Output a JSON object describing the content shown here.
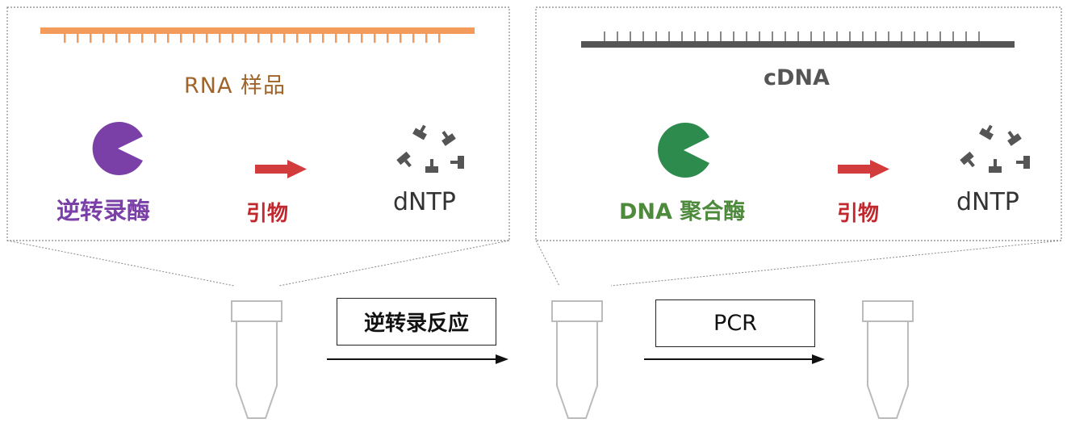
{
  "panel_left": {
    "strand_label": "RNA 样品",
    "enzyme_label": "逆转录酶",
    "primer_label": "引物",
    "dntp_label": "dNTP",
    "colors": {
      "strand": "#f29b5a",
      "enzyme": "#7b3fa8",
      "primer": "#d23c3c"
    }
  },
  "panel_right": {
    "strand_label": "cDNA",
    "enzyme_label": "DNA 聚合酶",
    "primer_label": "引物",
    "dntp_label": "dNTP",
    "colors": {
      "strand": "#555555",
      "enzyme": "#2e8b4e",
      "primer": "#d23c3c"
    }
  },
  "steps": {
    "reverse_transcription": "逆转录反应",
    "pcr": "PCR"
  }
}
